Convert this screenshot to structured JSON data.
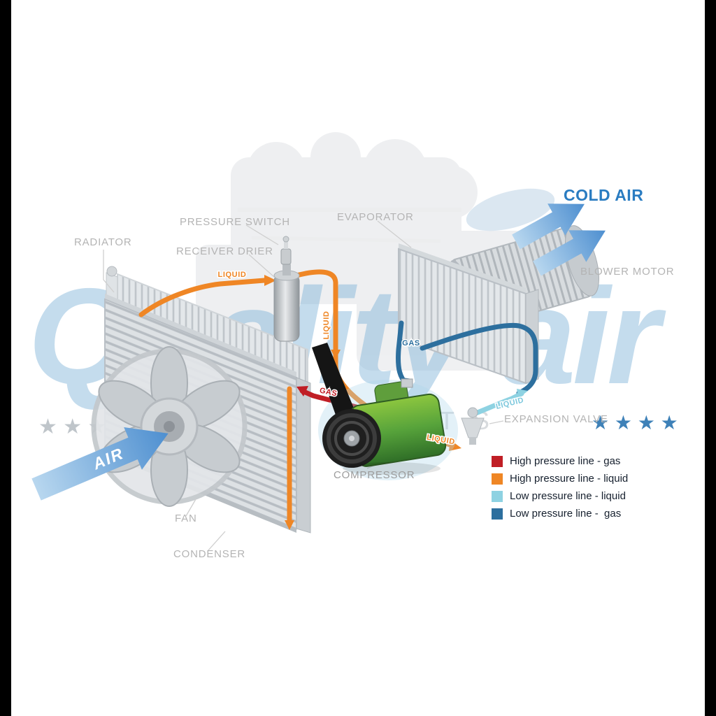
{
  "watermark": {
    "brand": "Quality air",
    "tagline": "AUTO PARTS",
    "stars_left": "★ ★ ★",
    "stars_right": "★ ★ ★ ★"
  },
  "part_labels": {
    "radiator": "RADIATOR",
    "pressure_switch": "PRESSURE SWITCH",
    "receiver_drier": "RECEIVER DRIER",
    "evaporator": "EVAPORATOR",
    "blower_motor": "BLOWER MOTOR",
    "cold_air": "COLD AIR",
    "expansion_valve": "EXPANSION VALVE",
    "compressor": "COMPRESSOR",
    "fan": "FAN",
    "condenser": "CONDENSER",
    "air": "AIR"
  },
  "flow_labels": [
    {
      "text": "LIQUID",
      "color": "#ef8625"
    },
    {
      "text": "LIQUID",
      "color": "#ef8625"
    },
    {
      "text": "LIQUID",
      "color": "#ef8625"
    },
    {
      "text": "GAS",
      "color": "#c01e25"
    },
    {
      "text": "GAS",
      "color": "#2d6f9e"
    },
    {
      "text": "LIQUID",
      "color": "#7cc8dd"
    }
  ],
  "legend": {
    "items": [
      {
        "label": "High pressure line - gas",
        "color": "#c01e25"
      },
      {
        "label": "High pressure line - liquid",
        "color": "#ef8625"
      },
      {
        "label": "Low pressure line - liquid",
        "color": "#8ed2e2"
      },
      {
        "label": "Low pressure line -  gas",
        "color": "#2d6f9e"
      }
    ]
  },
  "colors": {
    "cold_air_text": "#2a7cc1",
    "air_arrow": "#4e8fd0",
    "watermark_blue": "#7db3d8"
  }
}
